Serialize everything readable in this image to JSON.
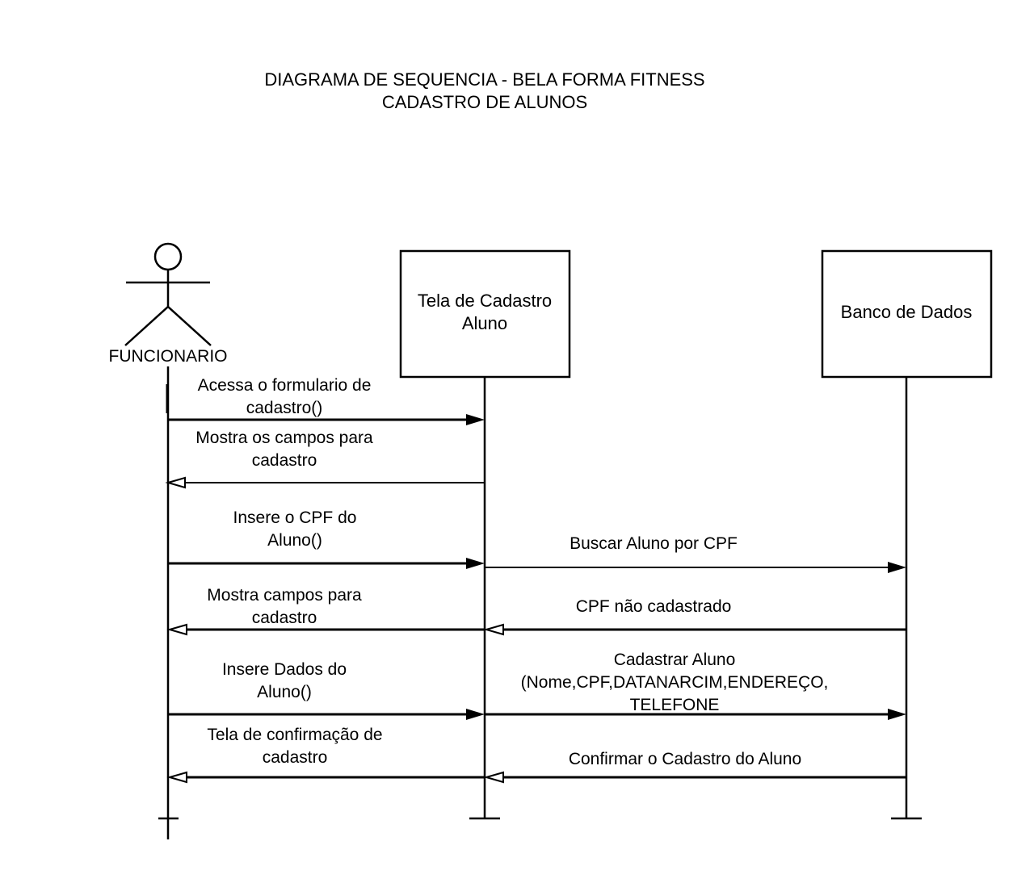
{
  "title": {
    "line1": "DIAGRAMA DE SEQUENCIA - BELA FORMA FITNESS",
    "line2": "CADASTRO DE ALUNOS"
  },
  "participants": {
    "actor": {
      "label": "FUNCIONARIO",
      "icon": "stick-figure-actor-icon"
    },
    "screen": {
      "line1": "Tela de Cadastro",
      "line2": "Aluno"
    },
    "database": {
      "line1": "Banco de Dados"
    }
  },
  "messages": [
    {
      "from": "actor",
      "to": "screen",
      "kind": "sync",
      "lines": [
        "Acessa o formulario de",
        "cadastro()"
      ]
    },
    {
      "from": "screen",
      "to": "actor",
      "kind": "return",
      "lines": [
        "Mostra os campos para",
        "cadastro"
      ]
    },
    {
      "from": "actor",
      "to": "screen",
      "kind": "sync",
      "lines": [
        "Insere o CPF do",
        "Aluno()"
      ]
    },
    {
      "from": "screen",
      "to": "database",
      "kind": "sync",
      "lines": [
        "Buscar Aluno por CPF"
      ]
    },
    {
      "from": "screen",
      "to": "actor",
      "kind": "return",
      "lines": [
        "Mostra campos para",
        "cadastro"
      ]
    },
    {
      "from": "database",
      "to": "screen",
      "kind": "return",
      "lines": [
        "CPF não cadastrado"
      ]
    },
    {
      "from": "actor",
      "to": "screen",
      "kind": "sync",
      "lines": [
        "Insere Dados do",
        "Aluno()"
      ]
    },
    {
      "from": "screen",
      "to": "database",
      "kind": "sync",
      "lines": [
        "Cadastrar Aluno",
        "(Nome,CPF,DATANARCIM,ENDEREÇO,",
        "TELEFONE"
      ]
    },
    {
      "from": "screen",
      "to": "actor",
      "kind": "return",
      "lines": [
        "Tela de confirmação de",
        "cadastro"
      ]
    },
    {
      "from": "database",
      "to": "screen",
      "kind": "return",
      "lines": [
        "Confirmar o Cadastro do Aluno"
      ]
    }
  ],
  "colors": {
    "stroke": "#000000",
    "background": "#ffffff"
  }
}
